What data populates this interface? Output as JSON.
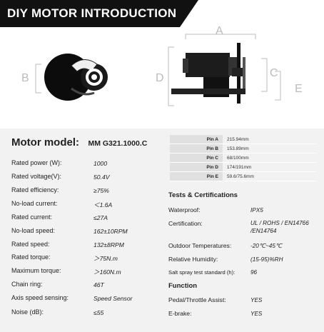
{
  "banner": {
    "title": "DIY MOTOR INTRODUCTION"
  },
  "diagram": {
    "dimA": "A",
    "dimB": "B",
    "dimC": "C",
    "dimD": "D",
    "dimE": "E"
  },
  "model": {
    "label": "Motor model:",
    "value": "MM G321.1000.C"
  },
  "specs": [
    {
      "label": "Rated power (W):",
      "value": "1000"
    },
    {
      "label": "Rated voltage(V):",
      "value": "50.4V"
    },
    {
      "label": "Rated efficiency:",
      "value": "≥75%"
    },
    {
      "label": "No-load current:",
      "value": "＜1.6A"
    },
    {
      "label": "Rated current:",
      "value": "≤27A"
    },
    {
      "label": "No-load speed:",
      "value": "162±10RPM"
    },
    {
      "label": "Rated speed:",
      "value": "132±8RPM"
    },
    {
      "label": "Rated torque:",
      "value": "＞75N.m"
    },
    {
      "label": "Maximum torque:",
      "value": "＞160N.m"
    },
    {
      "label": "Chain ring:",
      "value": "46T"
    },
    {
      "label": "Axis speed sensing:",
      "value": "Speed Sensor"
    },
    {
      "label": "Noise (dB):",
      "value": "≤55"
    }
  ],
  "pins": [
    {
      "name": "Pin A",
      "value": "215.94mm"
    },
    {
      "name": "Pin B",
      "value": "153.89mm"
    },
    {
      "name": "Pin C",
      "value": "68/100mm"
    },
    {
      "name": "Pin D",
      "value": "174/191mm"
    },
    {
      "name": "Pin E",
      "value": "59.6/75.6mm"
    }
  ],
  "tests": {
    "title": "Tests & Certifications",
    "waterproof": {
      "label": "Waterproof:",
      "value": "IPX5"
    },
    "certification": {
      "label": "Certification:",
      "value1": "UL / ROHS / EN14766",
      "value2": "/EN14764"
    },
    "outdoor": {
      "label": "Outdoor Temperatures:",
      "value": "-20℃~45℃"
    },
    "humidity": {
      "label": "Relative Humidity:",
      "value": "(15-95)%RH"
    },
    "salt": {
      "label": "Salt spray test standard (h):",
      "value": "96"
    }
  },
  "function": {
    "title": "Function",
    "pedal": {
      "label": "Pedal/Throttle Assist:",
      "value": "YES"
    },
    "ebrake": {
      "label": "E-brake:",
      "value": "YES"
    }
  }
}
